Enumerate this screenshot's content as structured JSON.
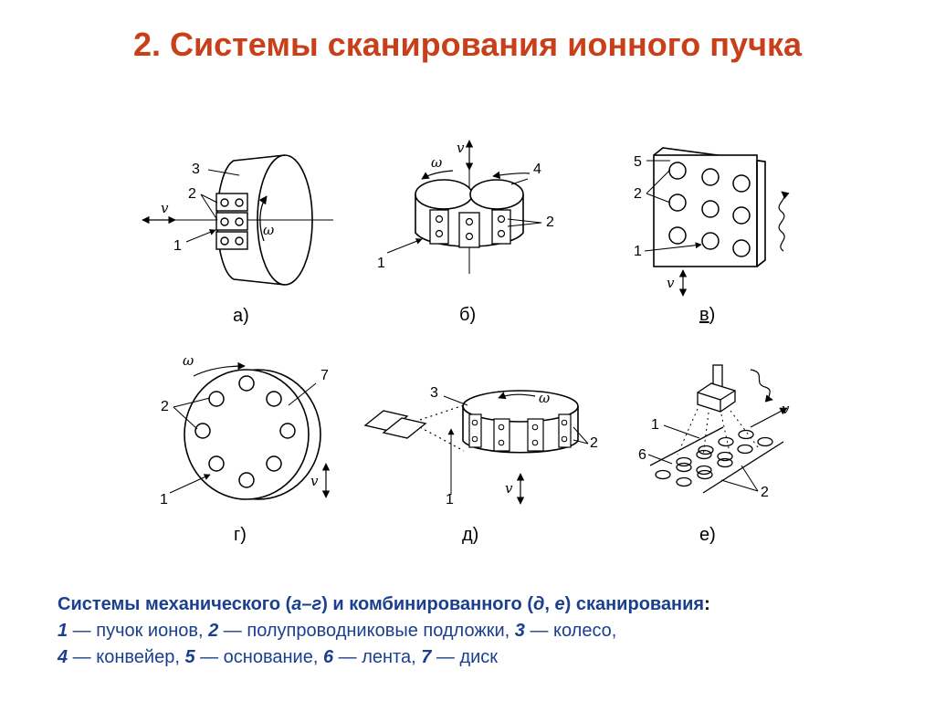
{
  "title": "2. Системы сканирования ионного пучка",
  "panels": {
    "a": {
      "caption": "а)",
      "labels": [
        "3",
        "2",
        "v",
        "1"
      ],
      "omega": "ω"
    },
    "b": {
      "caption": "б)",
      "labels": [
        "v",
        "4",
        "2",
        "1"
      ],
      "omega": "ω"
    },
    "c": {
      "caption_letter": "в",
      "caption_paren": ")",
      "labels": [
        "5",
        "2",
        "1",
        "v"
      ]
    },
    "d": {
      "caption": "г)",
      "labels": [
        "7",
        "2",
        "1",
        "v"
      ],
      "omega": "ω"
    },
    "e": {
      "caption": "д)",
      "labels": [
        "3",
        "2",
        "1",
        "v"
      ],
      "omega": "ω"
    },
    "f": {
      "caption": "е)",
      "labels": [
        "v",
        "1",
        "6",
        "2"
      ]
    }
  },
  "caption": {
    "heading_a": "Системы механического (",
    "heading_b": "а–г",
    "heading_c": ") и комбинированного (",
    "heading_d": "д",
    "heading_e": ", ",
    "heading_f": "е",
    "heading_g": ") сканирования",
    "heading_colon": ":",
    "line1": [
      {
        "n": "1",
        "t": " — пучок ионов, "
      },
      {
        "n": "2",
        "t": " — полупроводниковые подложки, "
      },
      {
        "n": "3",
        "t": " — колесо,"
      }
    ],
    "line2": [
      {
        "n": "4",
        "t": " — конвейер, "
      },
      {
        "n": "5",
        "t": " — основание, "
      },
      {
        "n": "6",
        "t": " — лента, "
      },
      {
        "n": "7",
        "t": " — диск"
      }
    ]
  }
}
